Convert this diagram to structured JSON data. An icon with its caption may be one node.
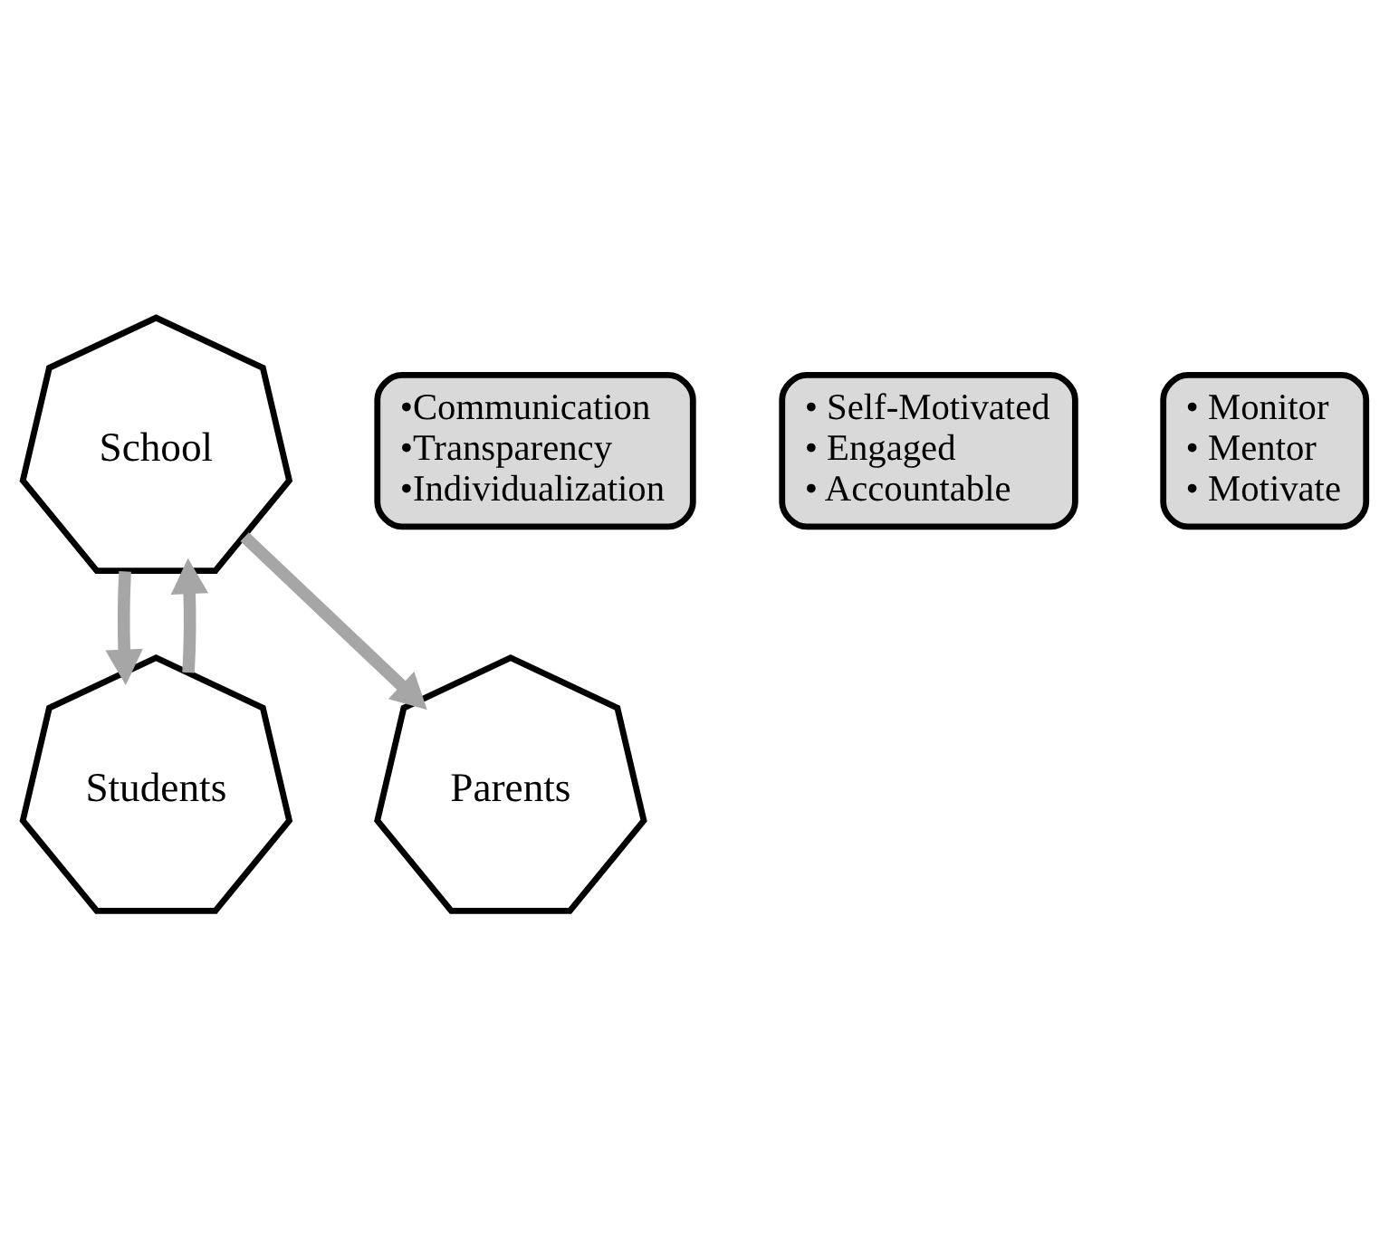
{
  "diagram": {
    "nodes": [
      {
        "text": [
          "School"
        ]
      },
      {
        "text": [
          "•Communication",
          "•Transparency",
          "•Individualization"
        ]
      },
      {
        "text": [
          "Students"
        ]
      },
      {
        "text": [
          "• Self-Motivated",
          "• Engaged",
          "• Accountable"
        ]
      },
      {
        "text": [
          "Parents"
        ]
      },
      {
        "text": [
          "• Monitor",
          "• Mentor",
          "• Motivate"
        ]
      }
    ],
    "edges": [
      {
        "from": 2,
        "to": 0,
        "arrow": "to"
      },
      {
        "from": 0,
        "to": 2,
        "arrow": "to"
      },
      {
        "from": 0,
        "to": 4,
        "arrow": "to"
      }
    ]
  }
}
